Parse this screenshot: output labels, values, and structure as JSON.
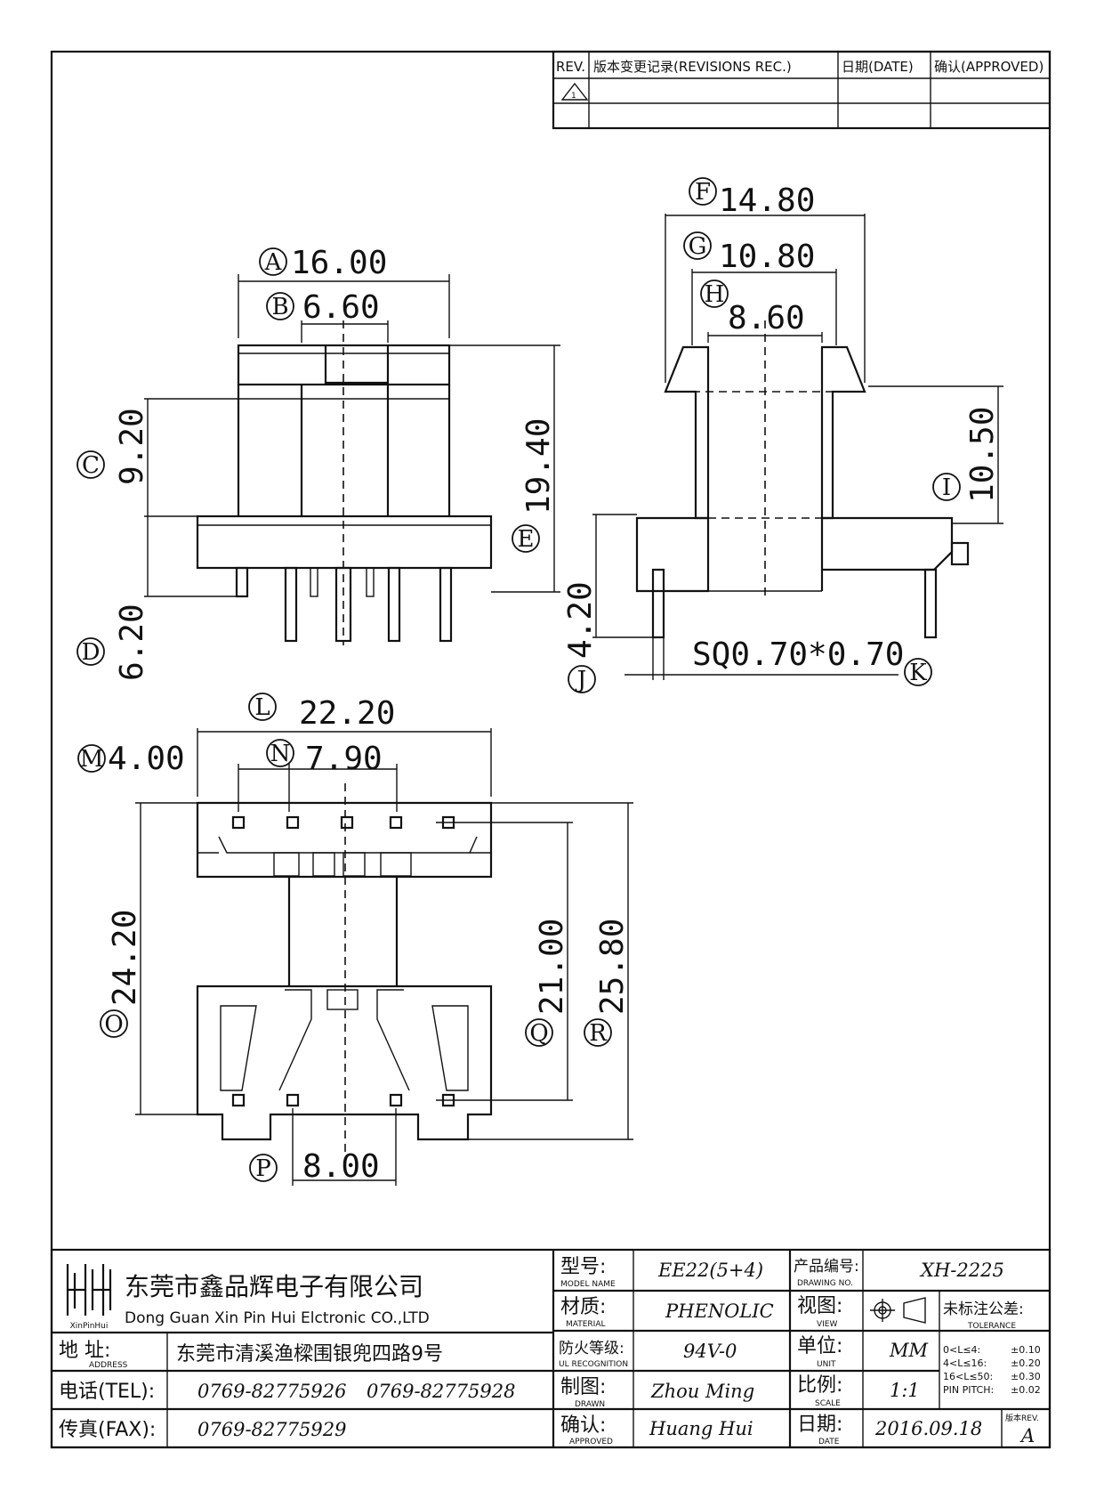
{
  "revision_block": {
    "rev_header": "REV.",
    "changes_header": "版本变更记录(REVISIONS REC.)",
    "date_header": "日期(DATE)",
    "approved_header": "确认(APPROVED)",
    "rev_symbol": "1"
  },
  "dimensions": {
    "A": {
      "letter": "A",
      "value": "16.00"
    },
    "B": {
      "letter": "B",
      "value": "6.60"
    },
    "C": {
      "letter": "C",
      "value": "9.20"
    },
    "D": {
      "letter": "D",
      "value": "6.20"
    },
    "E": {
      "letter": "E",
      "value": "19.40"
    },
    "F": {
      "letter": "F",
      "value": "14.80"
    },
    "G": {
      "letter": "G",
      "value": "10.80"
    },
    "H": {
      "letter": "H",
      "value": "8.60"
    },
    "I": {
      "letter": "I",
      "value": "10.50"
    },
    "J": {
      "letter": "J",
      "value": "4.20"
    },
    "K": {
      "letter": "K",
      "value": "SQ0.70*0.70"
    },
    "L": {
      "letter": "L",
      "value": "22.20"
    },
    "M": {
      "letter": "M",
      "value": "4.00"
    },
    "N": {
      "letter": "N",
      "value": "7.90"
    },
    "O": {
      "letter": "O",
      "value": "24.20"
    },
    "P": {
      "letter": "P",
      "value": "8.00"
    },
    "Q": {
      "letter": "Q",
      "value": "21.00"
    },
    "R": {
      "letter": "R",
      "value": "25.80"
    }
  },
  "title_block": {
    "company_cn": "东莞市鑫品辉电子有限公司",
    "company_en": "Dong Guan Xin Pin Hui Elctronic CO.,LTD",
    "logo_text": "XinPinHui",
    "address_label": "地  址:",
    "address_label_en": "ADDRESS",
    "address": "东莞市清溪渔樑围银兜四路9号",
    "tel_label": "电话(TEL):",
    "tel_1": "0769-82775926",
    "tel_2": "0769-82775928",
    "fax_label": "传真(FAX):",
    "fax": "0769-82775929",
    "model_label": "型号:",
    "model_label_en": "MODEL NAME",
    "model": "EE22(5+4)",
    "material_label": "材质:",
    "material_label_en": "MATERIAL",
    "material": "PHENOLIC",
    "ul_label": "防火等级:",
    "ul_label_en": "UL RECOGNITION",
    "ul": "94V-0",
    "drawn_label": "制图:",
    "drawn_label_en": "DRAWN",
    "drawn": "Zhou Ming",
    "approved_label": "确认:",
    "approved_label_en": "APPROVED",
    "approved": "Huang Hui",
    "drawing_no_label": "产品编号:",
    "drawing_no_label_en": "DRAWING NO.",
    "drawing_no": "XH-2225",
    "view_label": "视图:",
    "view_label_en": "VIEW",
    "unit_label": "单位:",
    "unit_label_en": "UNIT",
    "unit": "MM",
    "scale_label": "比例:",
    "scale_label_en": "SCALE",
    "scale": "1:1",
    "date_label": "日期:",
    "date_label_en": "DATE",
    "date": "2016.09.18",
    "tolerance_label": "未标注公差:",
    "tolerance_label_en": "TOLERANCE",
    "tolerances": [
      {
        "range": "0<L≤4:",
        "value": "±0.10"
      },
      {
        "range": "4<L≤16:",
        "value": "±0.20"
      },
      {
        "range": "16<L≤50:",
        "value": "±0.30"
      },
      {
        "range": "PIN PITCH:",
        "value": "±0.02"
      }
    ],
    "rev_label": "版本REV.",
    "rev": "A"
  }
}
